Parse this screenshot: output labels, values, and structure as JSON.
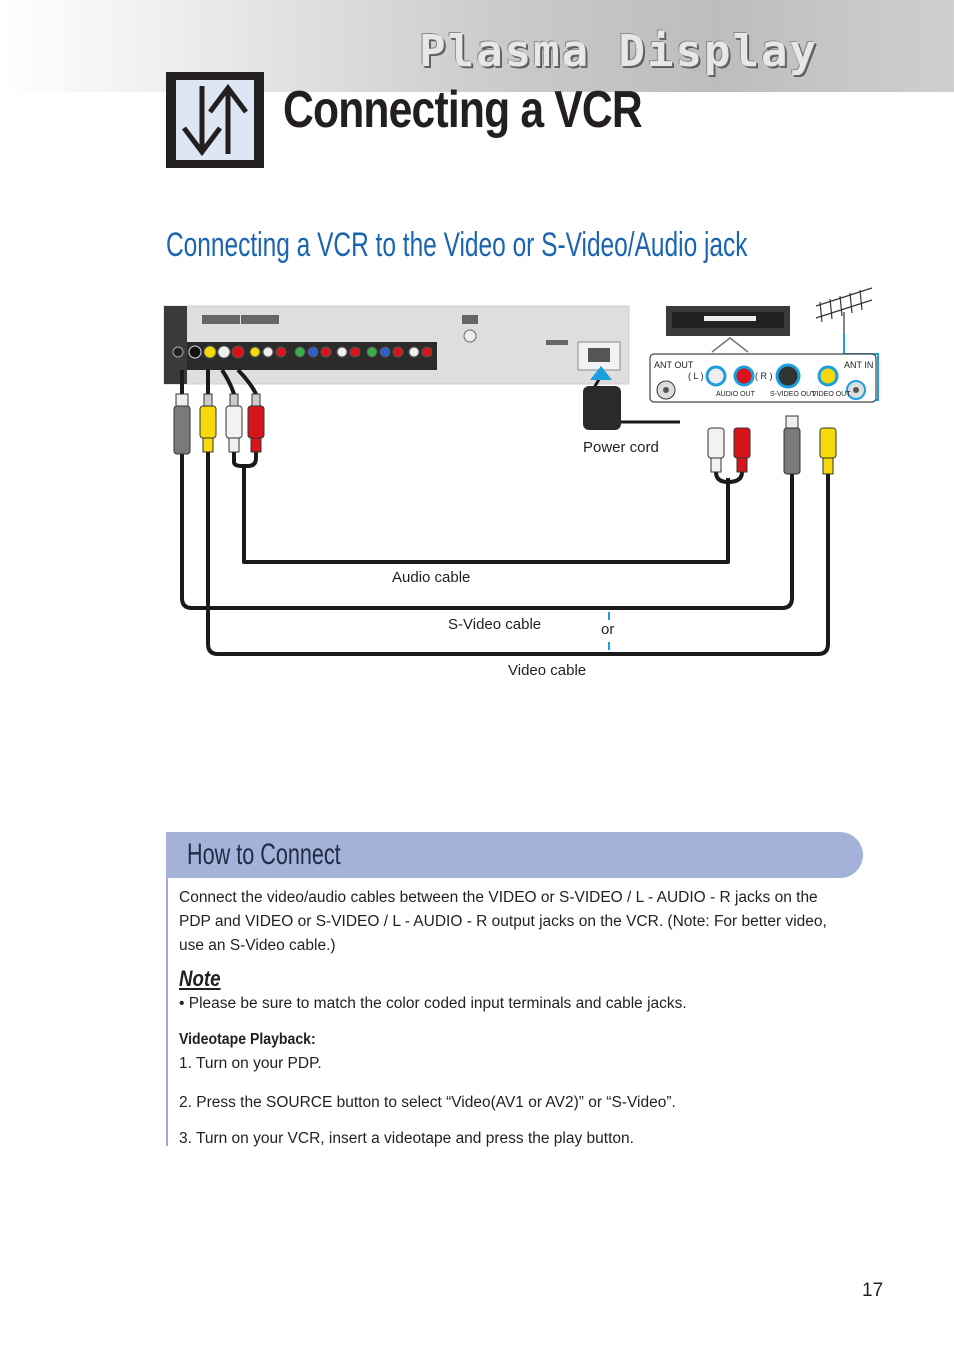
{
  "header": {
    "banner_text": "Plasma Display",
    "page_title": "Connecting a VCR",
    "icon": "up-down-arrows-icon"
  },
  "section": {
    "title": "Connecting a VCR to the Video or S-Video/Audio jack"
  },
  "diagram": {
    "vcr_labels": {
      "ant_out": "ANT OUT",
      "ant_in": "ANT IN",
      "audio_l": "( L )",
      "audio_r": "( R )",
      "audio_out": "AUDIO OUT",
      "s_video_out": "S-VIDEO OUT",
      "video_out": "VIDEO OUT"
    },
    "labels": {
      "power_cord": "Power cord",
      "audio_cable": "Audio cable",
      "s_video_cable": "S-Video cable",
      "or": "or",
      "video_cable": "Video cable"
    },
    "cable_colors": {
      "cable": "#1a1a1a",
      "yellow": "#f5d90a",
      "red": "#d7141b",
      "white": "#f2f2f2",
      "accent_blue": "#1c9fe0"
    }
  },
  "how_to_connect": {
    "title": "How to Connect",
    "intro": "Connect the video/audio cables between the VIDEO or S-VIDEO / L - AUDIO - R jacks on the PDP and VIDEO or S-VIDEO / L - AUDIO - R output jacks on the VCR. (Note: For better video, use an S-Video cable.)",
    "note_heading": "Note",
    "note_bullet": "•  Please be sure to match the color coded input terminals and cable jacks.",
    "playback_heading": "Videotape Playback:",
    "steps": [
      "1.  Turn on your PDP.",
      "2.  Press the SOURCE button to select “Video(AV1 or AV2)” or “S-Video”.",
      "3.  Turn on your VCR, insert a videotape and press the play button."
    ]
  },
  "footer": {
    "page_number": "17"
  }
}
